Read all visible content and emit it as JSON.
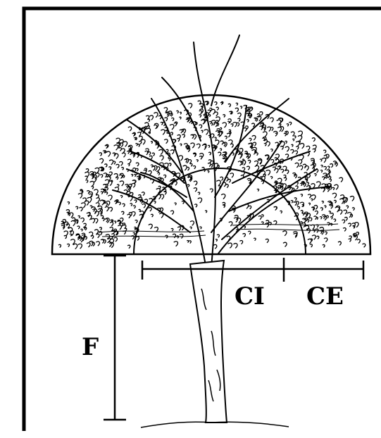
{
  "labels": {
    "ci": "CI",
    "ce": "CE",
    "f": "F"
  },
  "colors": {
    "ink": "#000000",
    "background": "#ffffff"
  }
}
